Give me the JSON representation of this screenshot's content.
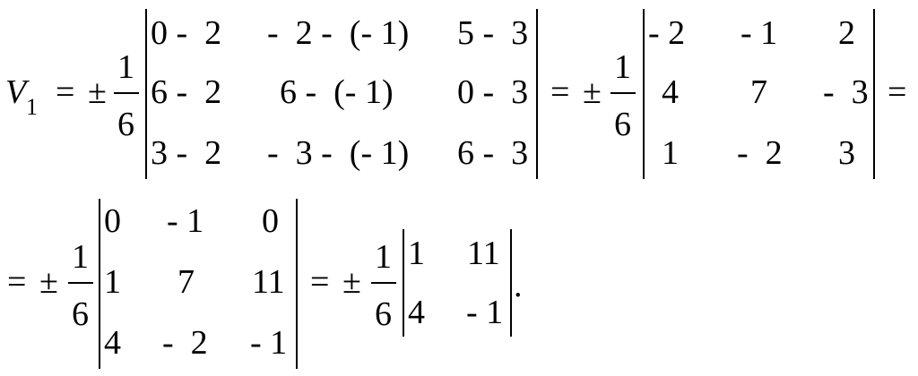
{
  "formula": {
    "variable": "V",
    "variable_subscript": "1",
    "equals": "=",
    "plus_minus": "±",
    "fraction": {
      "numerator": "1",
      "denominator": "6"
    },
    "period": ".",
    "det1": {
      "rows": [
        [
          "0 -  2",
          "-  2 -  (- 1)",
          "5 -  3"
        ],
        [
          "6 -  2",
          "6 -  (- 1)",
          "0 -  3"
        ],
        [
          "3 -  2",
          "-  3 -  (- 1)",
          "6 -  3"
        ]
      ]
    },
    "det2": {
      "rows": [
        [
          "- 2",
          "- 1",
          "2"
        ],
        [
          "4",
          "7",
          "-  3"
        ],
        [
          "1",
          "-  2",
          "3"
        ]
      ]
    },
    "det3": {
      "rows": [
        [
          "0",
          "- 1",
          "0"
        ],
        [
          "1",
          "7",
          "11"
        ],
        [
          "4",
          "-  2",
          "- 1"
        ]
      ]
    },
    "det4": {
      "rows": [
        [
          "1",
          "11"
        ],
        [
          "4",
          "- 1"
        ]
      ]
    }
  }
}
